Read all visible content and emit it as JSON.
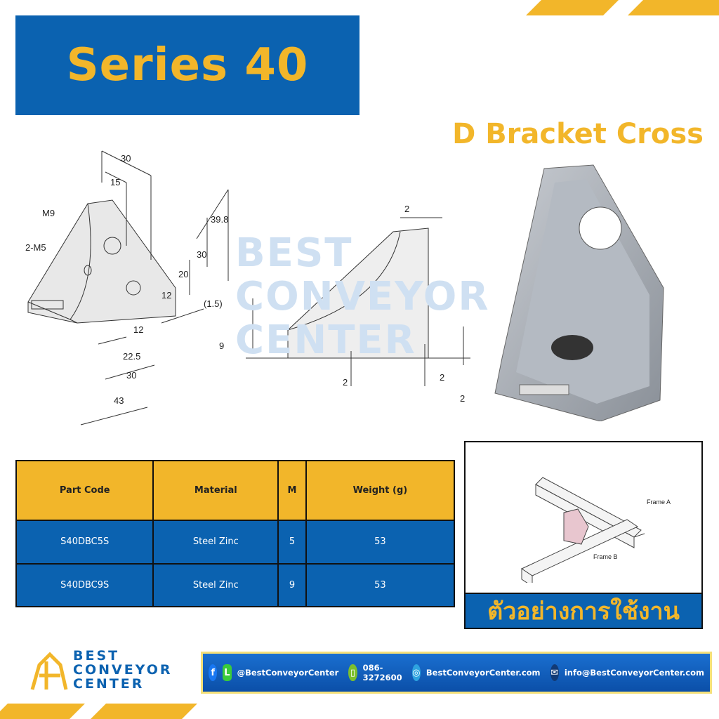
{
  "header": {
    "title": "Series 40",
    "subtitle": "D Bracket Cross"
  },
  "drawing": {
    "labels": [
      "30",
      "15",
      "M9",
      "2-M5",
      "39.8",
      "30",
      "20",
      "12",
      "12",
      "22.5",
      "30",
      "43",
      "2",
      "(1.5)",
      "9",
      "2",
      "2",
      "2"
    ]
  },
  "watermark": {
    "lines": [
      "BEST",
      "CONVEYOR",
      "CENTER"
    ]
  },
  "table": {
    "headers": [
      "Part Code",
      "Material",
      "M",
      "Weight (g)"
    ],
    "rows": [
      [
        "S40DBC5S",
        "Steel Zinc",
        "5",
        "53"
      ],
      [
        "S40DBC9S",
        "Steel Zinc",
        "9",
        "53"
      ]
    ]
  },
  "usage": {
    "frame_a": "Frame A",
    "frame_b": "Frame B",
    "label": "ตัวอย่างการใช้งาน"
  },
  "logo": {
    "line1": "BEST",
    "line2": "CONVEYOR",
    "line3": "CENTER"
  },
  "contact": {
    "social": "@BestConveyorCenter",
    "phone": "086-3272600",
    "website": "BestConveyorCenter.com",
    "email": "info@BestConveyorCenter.com"
  },
  "colors": {
    "blue": "#0b62b0",
    "yellow": "#f2b62a"
  }
}
